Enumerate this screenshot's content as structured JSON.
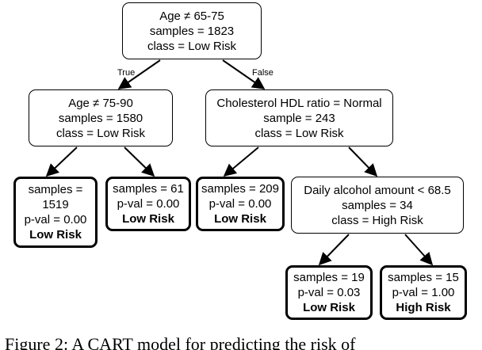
{
  "tree": {
    "root": {
      "lines": [
        "Age ≠ 65-75",
        "samples = 1823",
        "class = Low Risk"
      ],
      "edge_true": "True",
      "edge_false": "False"
    },
    "left": {
      "lines": [
        "Age ≠ 75-90",
        "samples = 1580",
        "class = Low Risk"
      ]
    },
    "right": {
      "lines": [
        "Cholesterol HDL ratio = Normal",
        "sample = 243",
        "class = Low Risk"
      ]
    },
    "leaf_a": {
      "lines": [
        "samples =",
        "1519",
        "p-val = 0.00",
        "Low Risk"
      ]
    },
    "leaf_b": {
      "lines": [
        "samples = 61",
        "p-val = 0.00",
        "Low Risk"
      ]
    },
    "leaf_c": {
      "lines": [
        "samples = 209",
        "p-val = 0.00",
        "Low Risk"
      ]
    },
    "mid": {
      "lines": [
        "Daily alcohol amount < 68.5",
        "samples = 34",
        "class = High Risk"
      ]
    },
    "leaf_d": {
      "lines": [
        "samples = 19",
        "p-val = 0.03",
        "Low Risk"
      ]
    },
    "leaf_e": {
      "lines": [
        "samples = 15",
        "p-val = 1.00",
        "High Risk"
      ]
    }
  },
  "caption": "Figure 2:  A CART model for predicting the risk of"
}
